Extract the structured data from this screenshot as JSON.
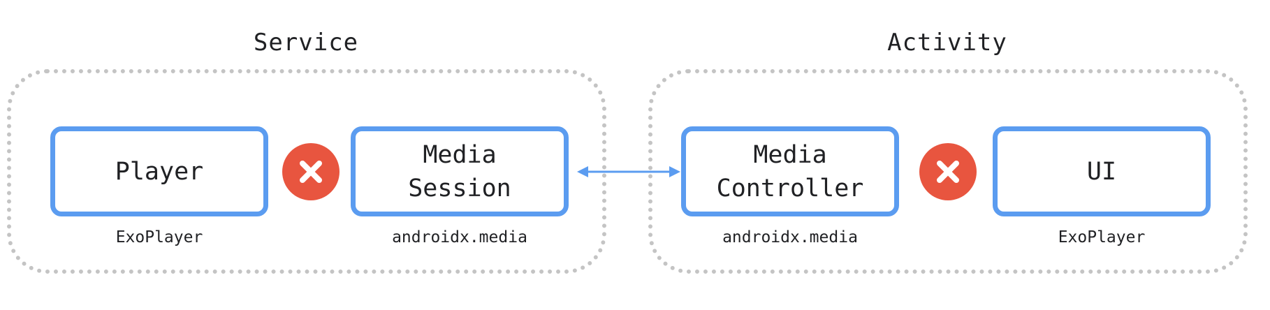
{
  "groups": {
    "service": {
      "title": "Service"
    },
    "activity": {
      "title": "Activity"
    }
  },
  "components": {
    "player": {
      "label": "Player",
      "caption": "ExoPlayer"
    },
    "media_session": {
      "label": "Media\nSession",
      "caption": "androidx.media"
    },
    "media_controller": {
      "label": "Media\nController",
      "caption": "androidx.media"
    },
    "ui": {
      "label": "UI",
      "caption": "ExoPlayer"
    }
  },
  "connections": [
    {
      "from": "player",
      "to": "media_session",
      "icon": "x-icon",
      "status": "blocked"
    },
    {
      "from": "media_session",
      "to": "media_controller",
      "icon": "double-arrow",
      "status": "bidirectional"
    },
    {
      "from": "media_controller",
      "to": "ui",
      "icon": "x-icon",
      "status": "blocked"
    }
  ],
  "colors": {
    "box_border": "#5b9cf0",
    "group_border": "#c4c4c4",
    "x_fill": "#e8553f",
    "arrow": "#5b9cf0",
    "text": "#202124"
  }
}
